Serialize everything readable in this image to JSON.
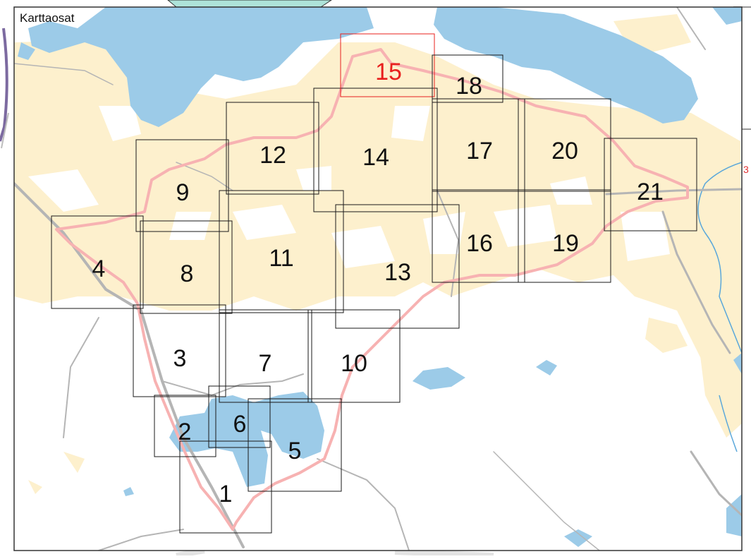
{
  "map": {
    "title": "Karttaosat",
    "edge_label": "3",
    "colors": {
      "water": "#9ccbe8",
      "urban": "#fdf0cd",
      "route": "#f7b2b2",
      "road": "#b5b5b5",
      "railway": "#7c6aa0",
      "stream": "#5aa7da",
      "frame": "#1a1a1a",
      "highlight": "#e8201e"
    },
    "selected_tile": "15",
    "tiles": [
      {
        "id": "1",
        "label": "1"
      },
      {
        "id": "2",
        "label": "2"
      },
      {
        "id": "3",
        "label": "3"
      },
      {
        "id": "4",
        "label": "4"
      },
      {
        "id": "5",
        "label": "5"
      },
      {
        "id": "6",
        "label": "6"
      },
      {
        "id": "7",
        "label": "7"
      },
      {
        "id": "8",
        "label": "8"
      },
      {
        "id": "9",
        "label": "9"
      },
      {
        "id": "10",
        "label": "10"
      },
      {
        "id": "11",
        "label": "11"
      },
      {
        "id": "12",
        "label": "12"
      },
      {
        "id": "13",
        "label": "13"
      },
      {
        "id": "14",
        "label": "14"
      },
      {
        "id": "15",
        "label": "15"
      },
      {
        "id": "16",
        "label": "16"
      },
      {
        "id": "17",
        "label": "17"
      },
      {
        "id": "18",
        "label": "18"
      },
      {
        "id": "19",
        "label": "19"
      },
      {
        "id": "20",
        "label": "20"
      },
      {
        "id": "21",
        "label": "21"
      }
    ]
  }
}
